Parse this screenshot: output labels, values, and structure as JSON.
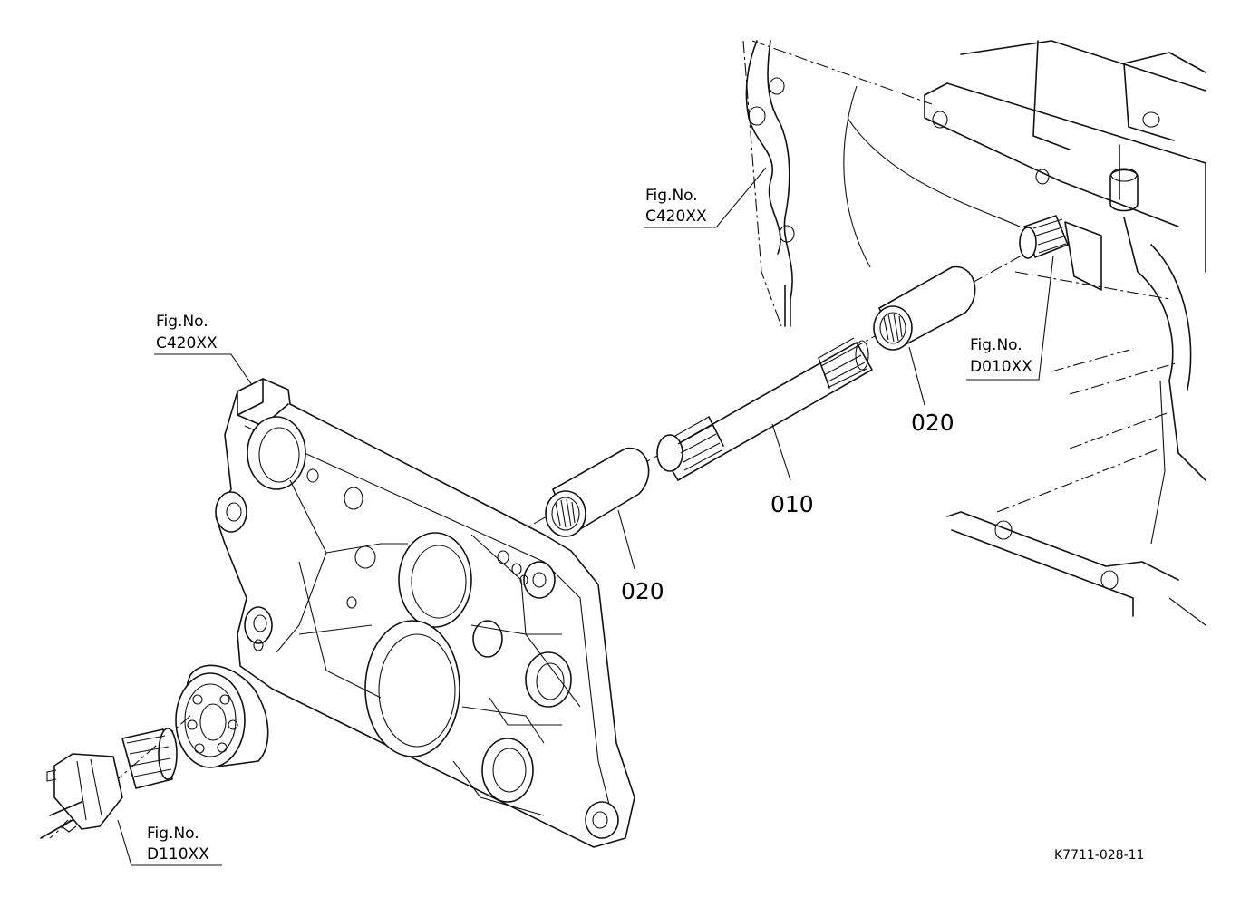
{
  "references": {
    "c420_top": {
      "line1": "Fig.No.",
      "line2": "C420XX"
    },
    "c420_left": {
      "line1": "Fig.No.",
      "line2": "C420XX"
    },
    "d010": {
      "line1": "Fig.No.",
      "line2": "D010XX"
    },
    "d110": {
      "line1": "Fig.No.",
      "line2": "D110XX"
    }
  },
  "part_numbers": {
    "shaft": "010",
    "bushing_right": "020",
    "bushing_left": "020"
  },
  "drawing_code": "K7711-028-11"
}
